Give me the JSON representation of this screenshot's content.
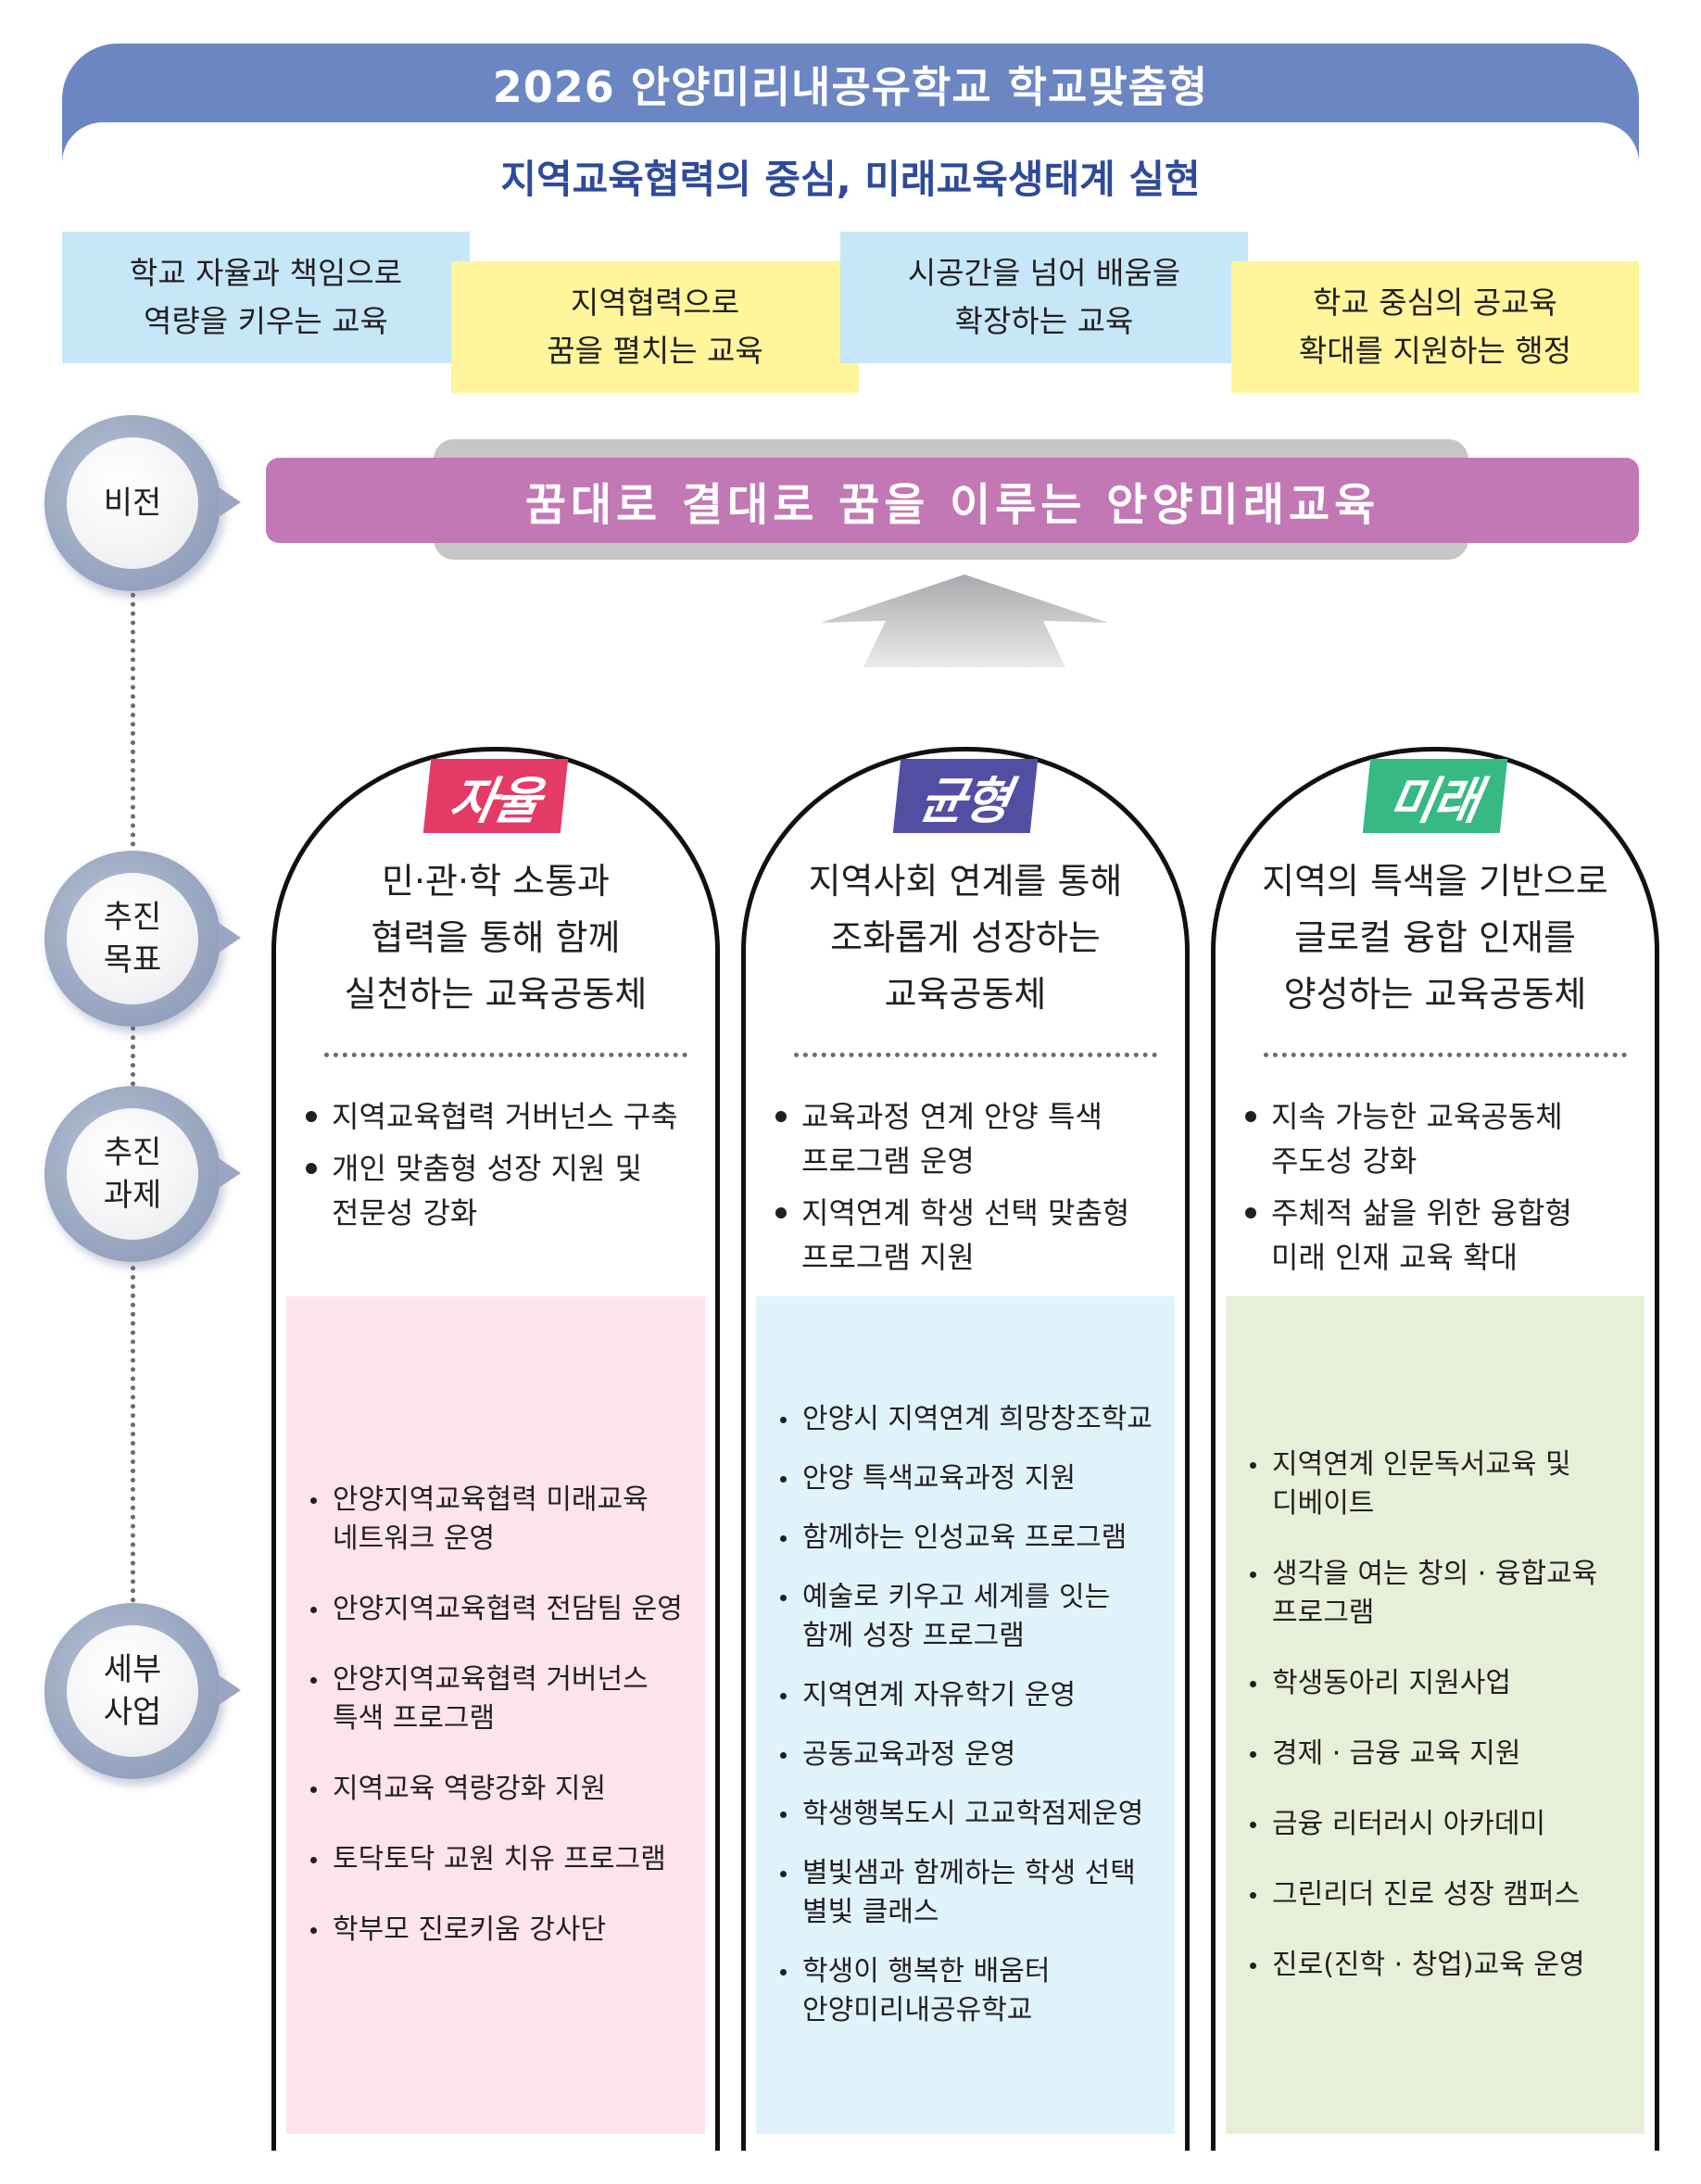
{
  "header": {
    "title": "2026 안양미리내공유학교 학교맞춤형",
    "subtitle": "지역교육협력의 중심, 미래교육생태계 실현"
  },
  "values": [
    {
      "text": "학교 자율과 책임으로\n역량을 키우는 교육",
      "color": "#c6e7f7"
    },
    {
      "text": "지역협력으로\n꿈을 펼치는 교육",
      "color": "#fff59a"
    },
    {
      "text": "시공간을 넘어 배움을\n확장하는 교육",
      "color": "#c6e7f7"
    },
    {
      "text": "학교 중심의 공교육\n확대를 지원하는 행정",
      "color": "#fff59a"
    }
  ],
  "stages": [
    {
      "label": "비전"
    },
    {
      "label": "추진\n목표"
    },
    {
      "label": "추진\n과제"
    },
    {
      "label": "세부\n사업"
    }
  ],
  "vision": {
    "text": "꿈대로 결대로 꿈을 이루는 안양미래교육",
    "color": "#c278b4"
  },
  "columns": [
    {
      "badge": "자율",
      "badge_color": "#e63a66",
      "panel_color": "#fde4ec",
      "goal": "민·관·학 소통과\n협력을 통해 함께\n실천하는 교육공동체",
      "tasks": [
        "지역교육협력 거버넌스 구축",
        "개인 맞춤형 성장 지원 및\n전문성 강화"
      ],
      "details": [
        "안양지역교육협력 미래교육\n네트워크 운영",
        "안양지역교육협력 전담팀 운영",
        "안양지역교육협력 거버넌스\n특색 프로그램",
        "지역교육 역량강화 지원",
        "토닥토닥 교원 치유 프로그램",
        "학부모 진로키움 강사단"
      ]
    },
    {
      "badge": "균형",
      "badge_color": "#524ea1",
      "panel_color": "#e0f3fb",
      "goal": "지역사회 연계를 통해\n조화롭게 성장하는\n교육공동체",
      "tasks": [
        "교육과정 연계 안양 특색\n프로그램 운영",
        "지역연계 학생 선택 맞춤형\n프로그램 지원"
      ],
      "details": [
        "안양시 지역연계 희망창조학교",
        "안양 특색교육과정 지원",
        "함께하는 인성교육 프로그램",
        "예술로 키우고 세계를 잇는\n함께 성장 프로그램",
        "지역연계 자유학기 운영",
        "공동교육과정 운영",
        "학생행복도시 고교학점제운영",
        "별빛샘과 함께하는 학생 선택\n별빛 클래스",
        "학생이 행복한 배움터\n안양미리내공유학교"
      ]
    },
    {
      "badge": "미래",
      "badge_color": "#36b983",
      "panel_color": "#e7efd9",
      "goal": "지역의 특색을 기반으로\n글로컬 융합 인재를\n양성하는 교육공동체",
      "tasks": [
        "지속 가능한 교육공동체\n주도성 강화",
        "주체적 삶을 위한 융합형\n미래 인재 교육 확대"
      ],
      "details": [
        "지역연계 인문독서교육 및\n디베이트",
        "생각을 여는 창의 · 융합교육\n프로그램",
        "학생동아리 지원사업",
        "경제 · 금융 교육 지원",
        "금융 리터러시 아카데미",
        "그린리더 진로 성장 캠퍼스",
        "진로(진학 · 창업)교육 운영"
      ]
    }
  ]
}
